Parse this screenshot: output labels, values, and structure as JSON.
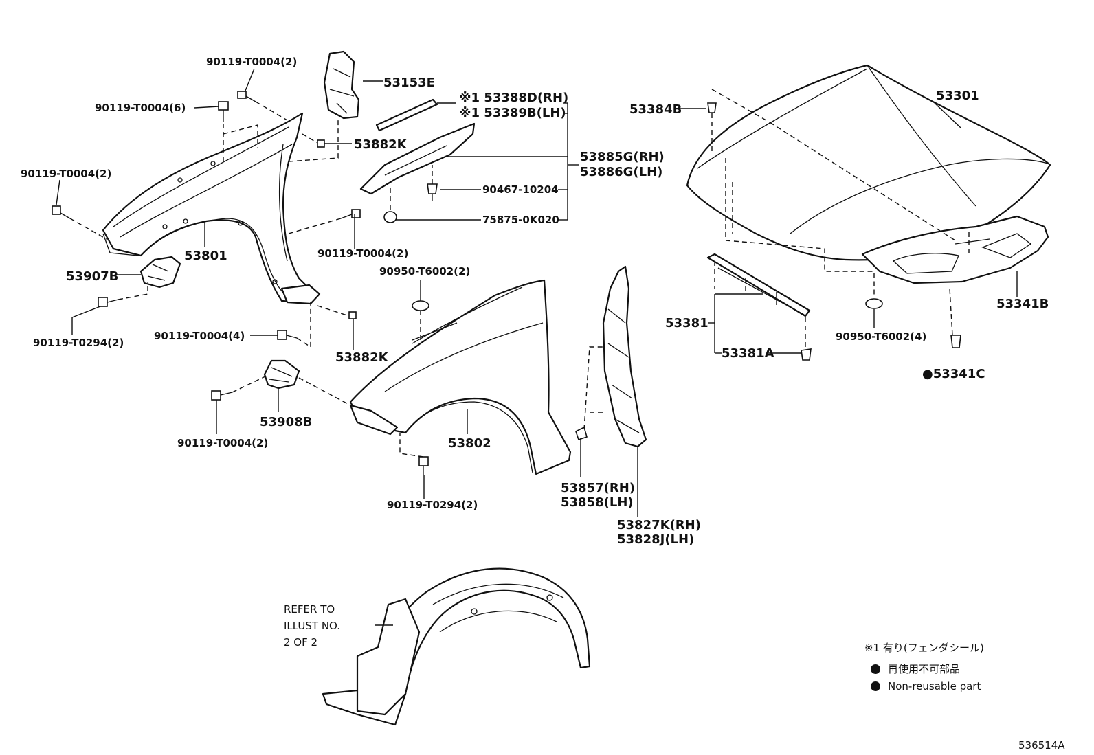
{
  "parts": {
    "p_90119_T0004_2a": "90119-T0004(2)",
    "p_90119_T0004_6": "90119-T0004(6)",
    "p_90119_T0004_2b": "90119-T0004(2)",
    "p_90119_T0004_2c": "90119-T0004(2)",
    "p_90119_T0004_4": "90119-T0004(4)",
    "p_90119_T0004_2d": "90119-T0004(2)",
    "p_90119_T0294_2a": "90119-T0294(2)",
    "p_90119_T0294_2b": "90119-T0294(2)",
    "p_53153E": "53153E",
    "p_53882K_a": "53882K",
    "p_53882K_b": "53882K",
    "p_53801": "53801",
    "p_53907B": "53907B",
    "p_53908B": "53908B",
    "p_53388D": "※1 53388D(RH)",
    "p_53389B": "※1 53389B(LH)",
    "p_53885G": "53885G(RH)",
    "p_53886G": "53886G(LH)",
    "p_90467_10204": "90467-10204",
    "p_75875_0K020": "75875-0K020",
    "p_90950_T6002_2": "90950-T6002(2)",
    "p_53802": "53802",
    "p_53857": "53857(RH)",
    "p_53858": "53858(LH)",
    "p_53827K": "53827K(RH)",
    "p_53828J": "53828J(LH)",
    "p_53384B": "53384B",
    "p_53301": "53301",
    "p_53341B": "53341B",
    "p_53381": "53381",
    "p_53381A": "53381A",
    "p_90950_T6002_4": "90950-T6002(4)",
    "p_53341C": "●53341C"
  },
  "refer": {
    "line1": "REFER TO",
    "line2": "ILLUST NO.",
    "line3": "2 OF 2"
  },
  "legend": {
    "note1": "※1 有り(フェンダシール)",
    "note2": "再使用不可部品",
    "note3": "Non-reusable part"
  },
  "illustration_id": "536514A"
}
